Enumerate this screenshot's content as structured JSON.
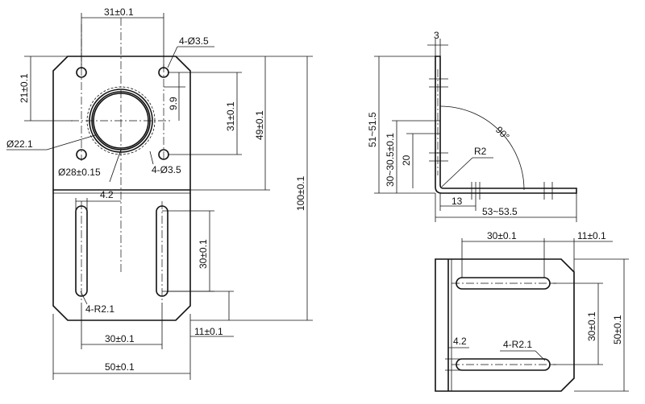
{
  "front_view": {
    "top_width": "31±0.1",
    "holes_label": "4-Ø3.5",
    "top_offset": "21±0.1",
    "small_offset": "9.9",
    "hole_spacing_v": "31±0.1",
    "upper_height": "49±0.1",
    "total_height": "100±0.1",
    "bore_dia": "Ø22.1",
    "boss_dia": "Ø28±0.15",
    "holes_label_2": "4-Ø3.5",
    "slot_width": "4.2",
    "slot_length": "30±0.1",
    "slot_radius": "4-R2.1",
    "slot_spacing": "30±0.1",
    "bottom_offset": "11±0.1",
    "total_width": "50±0.1"
  },
  "side_view": {
    "thickness": "3",
    "angle": "90°",
    "height_range": "51~51.5",
    "upper_range": "30~30.5±0.1",
    "bend_height": "20",
    "radius": "R2",
    "inner_length": "13",
    "length_range": "53~53.5"
  },
  "bottom_view": {
    "slot_spacing": "30±0.1",
    "edge_offset": "11±0.1",
    "slot_length": "30±0.1",
    "total_width": "50±0.1",
    "slot_width": "4.2",
    "slot_radius": "4-R2.1"
  }
}
